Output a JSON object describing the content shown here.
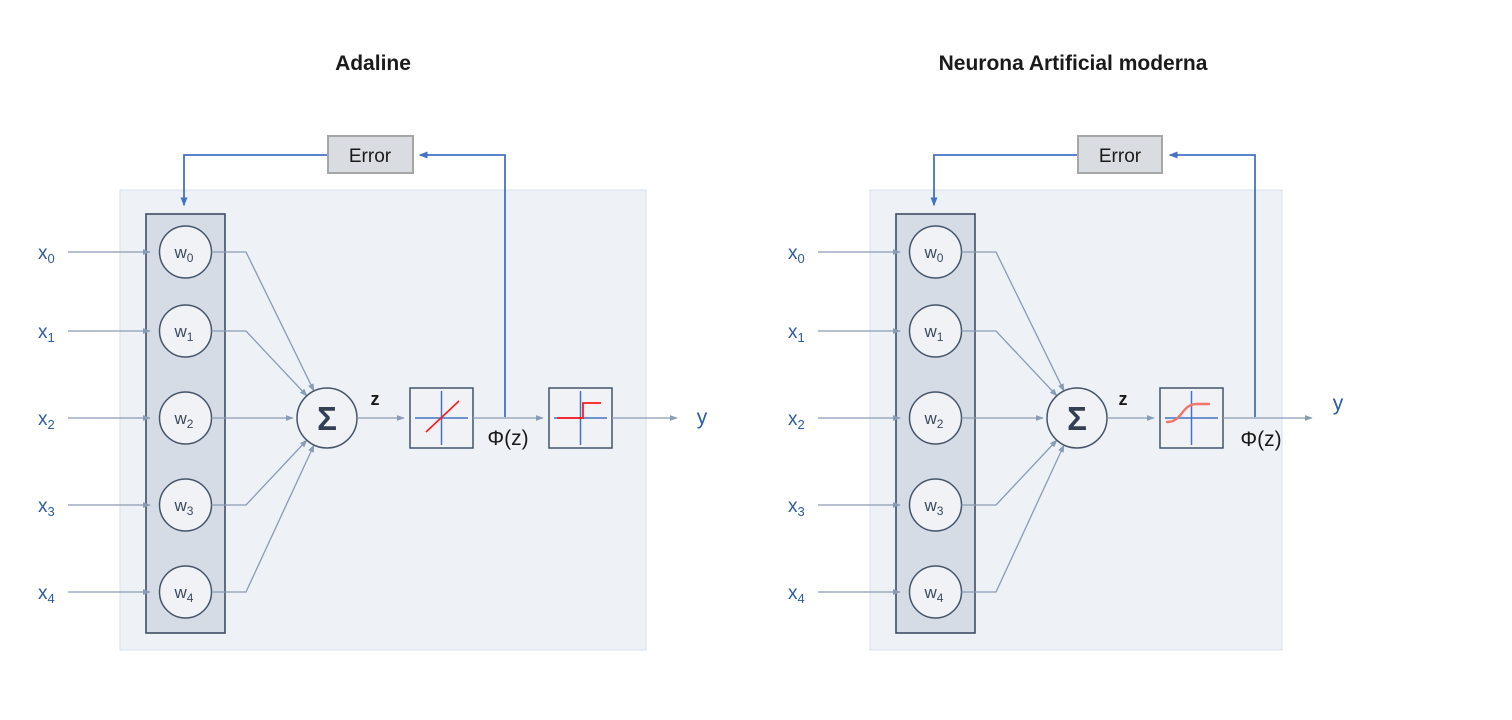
{
  "colors": {
    "feedback_blue": "#4472C4",
    "connector_gray": "#8A9BB4",
    "label_blue": "#2E5B9E",
    "output_blue": "#2F5CA8",
    "red_accent": "#FF1A1A",
    "sigmoid_red": "#F4736B",
    "panel_fill": "#EEF1F6",
    "weight_box_fill": "#D6DCE5",
    "node_fill": "#F0F2F5",
    "node_stroke": "#44546A",
    "error_box_fill": "#D9DCE1"
  },
  "diagrams": [
    {
      "title": "Adaline",
      "error_label": "Error",
      "inputs": [
        {
          "base": "x",
          "sub": "0"
        },
        {
          "base": "x",
          "sub": "1"
        },
        {
          "base": "x",
          "sub": "2"
        },
        {
          "base": "x",
          "sub": "3"
        },
        {
          "base": "x",
          "sub": "4"
        }
      ],
      "weights": [
        {
          "base": "w",
          "sub": "0"
        },
        {
          "base": "w",
          "sub": "1"
        },
        {
          "base": "w",
          "sub": "2"
        },
        {
          "base": "w",
          "sub": "3"
        },
        {
          "base": "w",
          "sub": "4"
        }
      ],
      "sum_symbol": "Σ",
      "net_input_label": "z",
      "activation_label": "Φ(z)",
      "output_label": "y",
      "activation_icons": [
        "linear-activation-icon",
        "step-activation-icon"
      ]
    },
    {
      "title": "Neurona Artificial moderna",
      "error_label": "Error",
      "inputs": [
        {
          "base": "x",
          "sub": "0"
        },
        {
          "base": "x",
          "sub": "1"
        },
        {
          "base": "x",
          "sub": "2"
        },
        {
          "base": "x",
          "sub": "3"
        },
        {
          "base": "x",
          "sub": "4"
        }
      ],
      "weights": [
        {
          "base": "w",
          "sub": "0"
        },
        {
          "base": "w",
          "sub": "1"
        },
        {
          "base": "w",
          "sub": "2"
        },
        {
          "base": "w",
          "sub": "3"
        },
        {
          "base": "w",
          "sub": "4"
        }
      ],
      "sum_symbol": "Σ",
      "net_input_label": "z",
      "activation_label": "Φ(z)",
      "output_label": "y",
      "activation_icons": [
        "sigmoid-activation-icon"
      ]
    }
  ]
}
